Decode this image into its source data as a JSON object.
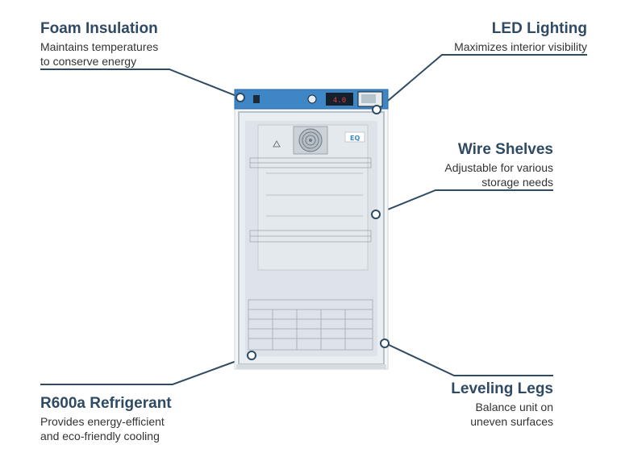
{
  "callouts": {
    "foam": {
      "title": "Foam Insulation",
      "desc1": "Maintains temperatures",
      "desc2": "to conserve energy"
    },
    "led": {
      "title": "LED Lighting",
      "desc1": "Maximizes interior visibility"
    },
    "shelves": {
      "title": "Wire Shelves",
      "desc1": "Adjustable for various",
      "desc2": "storage needs"
    },
    "legs": {
      "title": "Leveling Legs",
      "desc1": "Balance unit on",
      "desc2": "uneven surfaces"
    },
    "refrigerant": {
      "title": "R600a Refrigerant",
      "desc1": "Provides energy-efficient",
      "desc2": "and eco-friendly cooling"
    }
  },
  "fridge": {
    "brand_badge": "EQ",
    "display_value": "4.0"
  },
  "colors": {
    "accent": "#2f4a63",
    "panel": "#3f86c6",
    "line": "#2f4a63"
  }
}
